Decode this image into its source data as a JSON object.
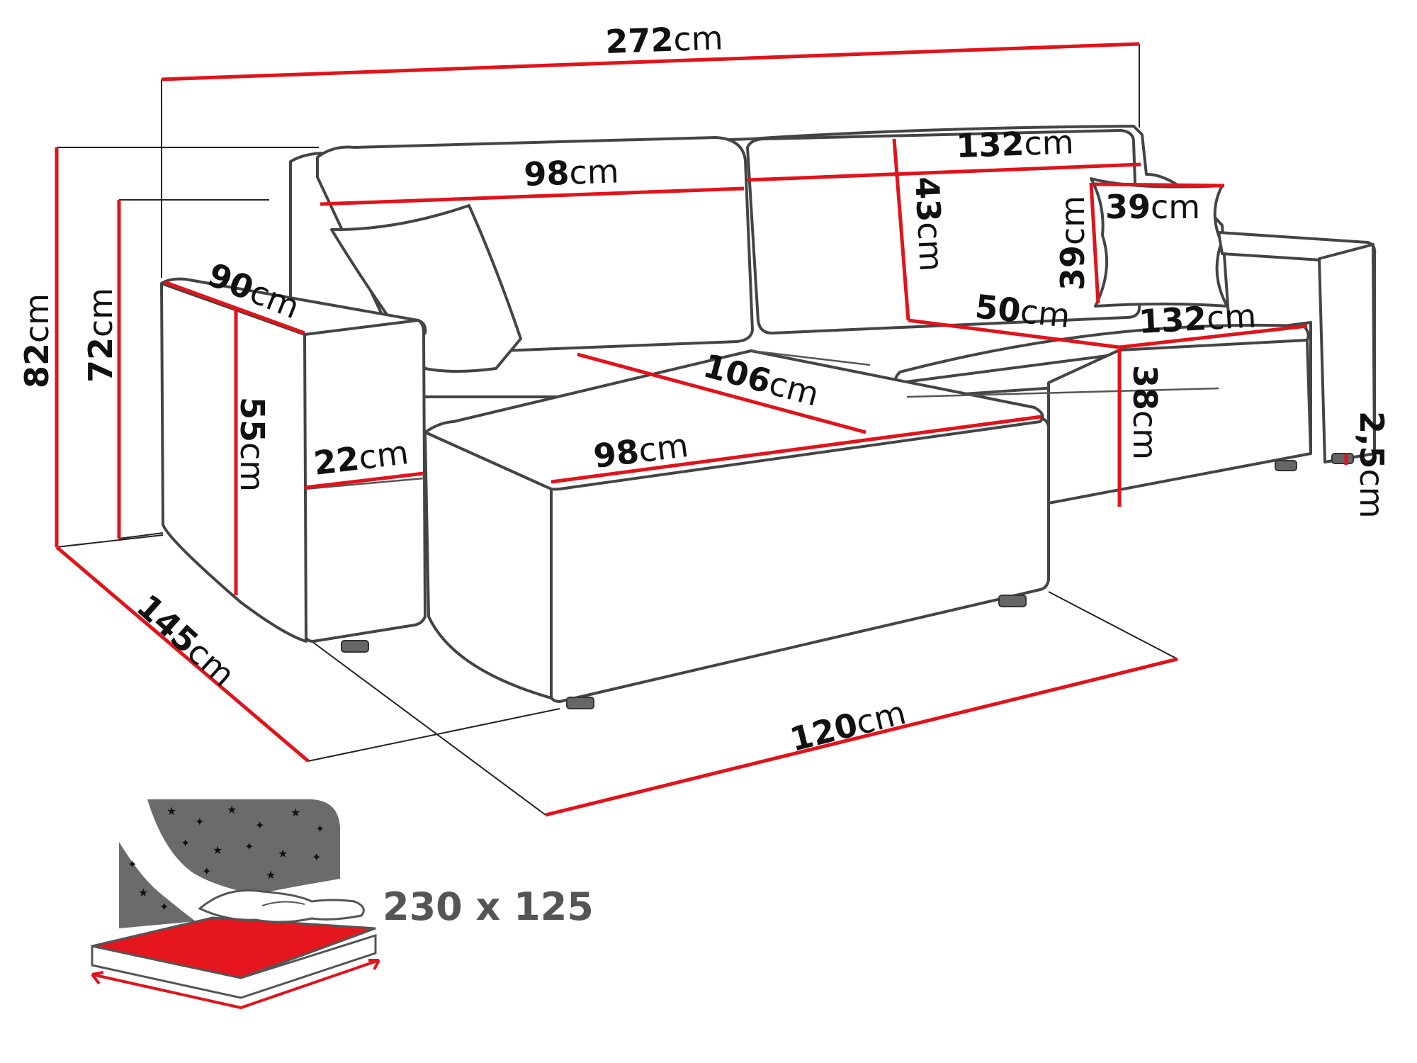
{
  "colors": {
    "dimension_line": "#e1131b",
    "outline": "#444444",
    "mattress_top": "#e5161d",
    "night_sky": "#6b6b6b",
    "label_grey": "#555555"
  },
  "icons": [
    "sofa-outline",
    "star-icon",
    "bed-icon"
  ],
  "dimensions": {
    "total_width": {
      "value": "272",
      "unit": "cm"
    },
    "total_height": {
      "value": "82",
      "unit": "cm"
    },
    "backrest_height": {
      "value": "72",
      "unit": "cm"
    },
    "depth_left": {
      "value": "145",
      "unit": "cm"
    },
    "chaise_width": {
      "value": "120",
      "unit": "cm"
    },
    "armrest_depth": {
      "value": "90",
      "unit": "cm"
    },
    "armrest_height": {
      "value": "55",
      "unit": "cm"
    },
    "armrest_width": {
      "value": "22",
      "unit": "cm"
    },
    "back_cushion_left": {
      "value": "98",
      "unit": "cm"
    },
    "back_cushion_right": {
      "value": "132",
      "unit": "cm"
    },
    "back_cushion_height": {
      "value": "43",
      "unit": "cm"
    },
    "pillow_width": {
      "value": "39",
      "unit": "cm"
    },
    "pillow_height": {
      "value": "39",
      "unit": "cm"
    },
    "seat_depth": {
      "value": "50",
      "unit": "cm"
    },
    "seat_right_width": {
      "value": "132",
      "unit": "cm"
    },
    "seat_height": {
      "value": "38",
      "unit": "cm"
    },
    "leg_height": {
      "value": "2,5",
      "unit": "cm"
    },
    "chaise_depth": {
      "value": "106",
      "unit": "cm"
    },
    "chaise_front_width": {
      "value": "98",
      "unit": "cm"
    }
  },
  "bed_function": {
    "size_label": "230 x 125"
  }
}
